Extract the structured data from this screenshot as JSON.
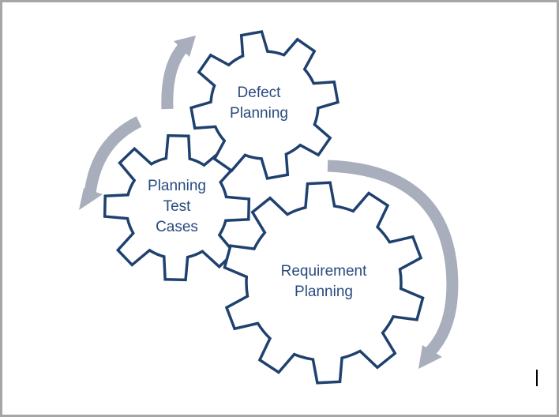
{
  "diagram": {
    "gears": [
      {
        "id": "defect",
        "label_lines": [
          "Defect",
          "Planning"
        ],
        "teeth": 8
      },
      {
        "id": "test",
        "label_lines": [
          "Planning",
          "Test",
          "Cases"
        ],
        "teeth": 8
      },
      {
        "id": "requirement",
        "label_lines": [
          "Requirement",
          "Planning"
        ],
        "teeth": 10
      }
    ],
    "colors": {
      "gear_stroke": "#1f416f",
      "text": "#2a4a7f",
      "arrow": "#a9aebd",
      "frame": "#a6a6a6"
    }
  }
}
